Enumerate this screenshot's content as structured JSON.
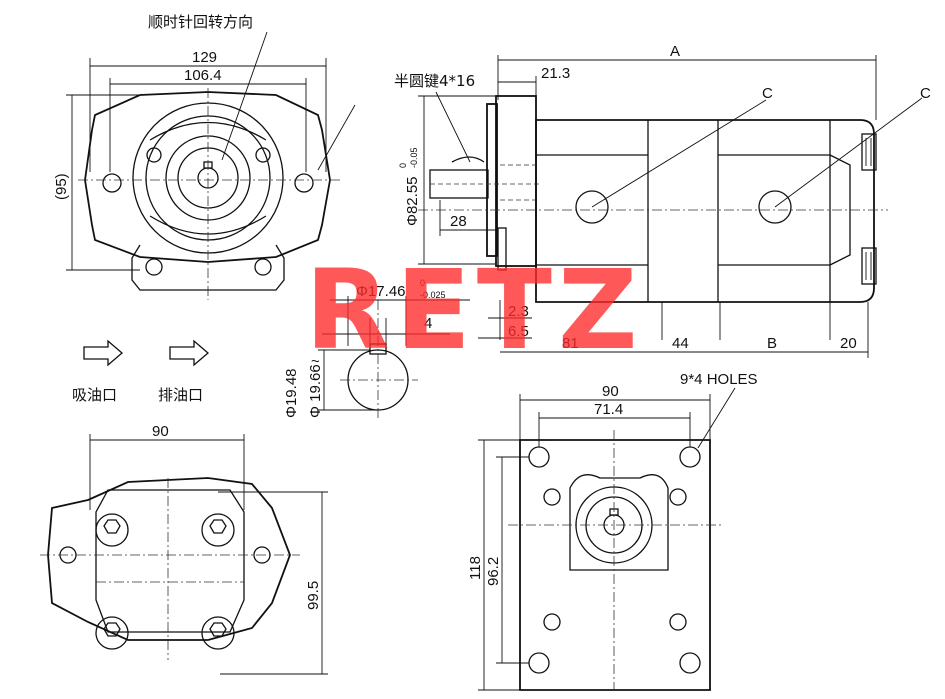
{
  "labels": {
    "rotation_note": "顺时针回转方向",
    "key_note": "半圆键4*16",
    "suction_port": "吸油口",
    "discharge_port": "排油口",
    "holes_note": "9*4  HOLES",
    "watermark": "RETZ"
  },
  "dimensions": {
    "d129": "129",
    "d106_4": "106.4",
    "d95": "(95)",
    "dA": "A",
    "d21_3": "21.3",
    "dC1": "C",
    "dC2": "C",
    "d82_55": "Φ82.55",
    "d82_55_tol_upper": "0",
    "d82_55_tol_lower": "-0.05",
    "d28": "28",
    "d17_46": "Φ17.46",
    "d17_46_tol_upper": "0",
    "d17_46_tol_lower": "-0.025",
    "d2_3": "2.3",
    "d4": "4",
    "d6_5": "6.5",
    "d19_48": "Φ19.48",
    "d19_66": "Φ 19.66",
    "d_tilde": "~",
    "d81": "81",
    "d44": "44",
    "dB": "B",
    "d20": "20",
    "d90_bottom": "90",
    "d99_5": "99.5",
    "d90_flange": "90",
    "d71_4": "71.4",
    "d118": "118",
    "d96_2": "96.2"
  },
  "colors": {
    "ink": "#111111",
    "watermark": "#ff2a2a"
  }
}
